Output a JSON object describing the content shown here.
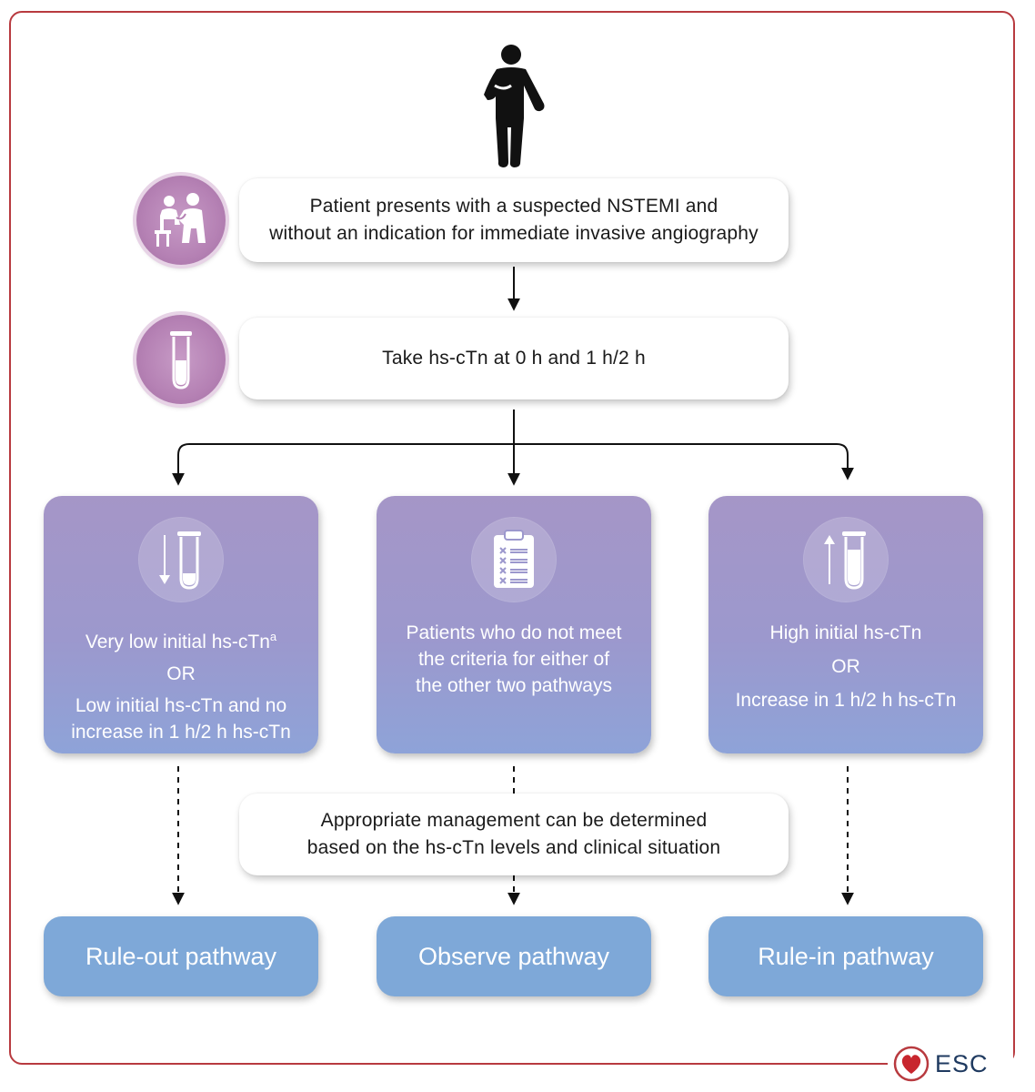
{
  "step1": {
    "line1": "Patient presents with a suspected NSTEMI and",
    "line2": "without an indication for immediate invasive angiography",
    "icon": "doctor-patient-icon"
  },
  "step2": {
    "text": "Take hs-cTn at 0 h and 1 h/2 h",
    "icon": "test-tube-icon"
  },
  "patient_icon": "person-chest-pain-icon",
  "pathways": [
    {
      "icon": "test-tube-down-arrow-icon",
      "line1": "Very low initial hs-cTn",
      "superscript": "a",
      "line2": "OR",
      "line3": "Low initial hs-cTn and no",
      "line4": "increase in 1 h/2 h hs-cTn",
      "target": "Rule-out pathway"
    },
    {
      "icon": "clipboard-checklist-icon",
      "line1": "Patients who do not meet",
      "line2": "the criteria for either of",
      "line3": "the other two pathways",
      "target": "Observe pathway"
    },
    {
      "icon": "test-tube-up-arrow-icon",
      "line1": "High initial hs-cTn",
      "line2": "OR",
      "line3": "Increase in 1 h/2 h hs-cTn",
      "target": "Rule-in pathway"
    }
  ],
  "management_note": {
    "line1": "Appropriate management can be determined",
    "line2": "based on the hs-cTn levels and clinical situation"
  },
  "logo": {
    "text": "ESC",
    "icon": "esc-heart-logo-icon"
  },
  "colors": {
    "frame": "#b83a3f",
    "pathway_box": "#9c98cd",
    "target_box": "#7ea8d8",
    "icon_circle": "#b581b4"
  }
}
